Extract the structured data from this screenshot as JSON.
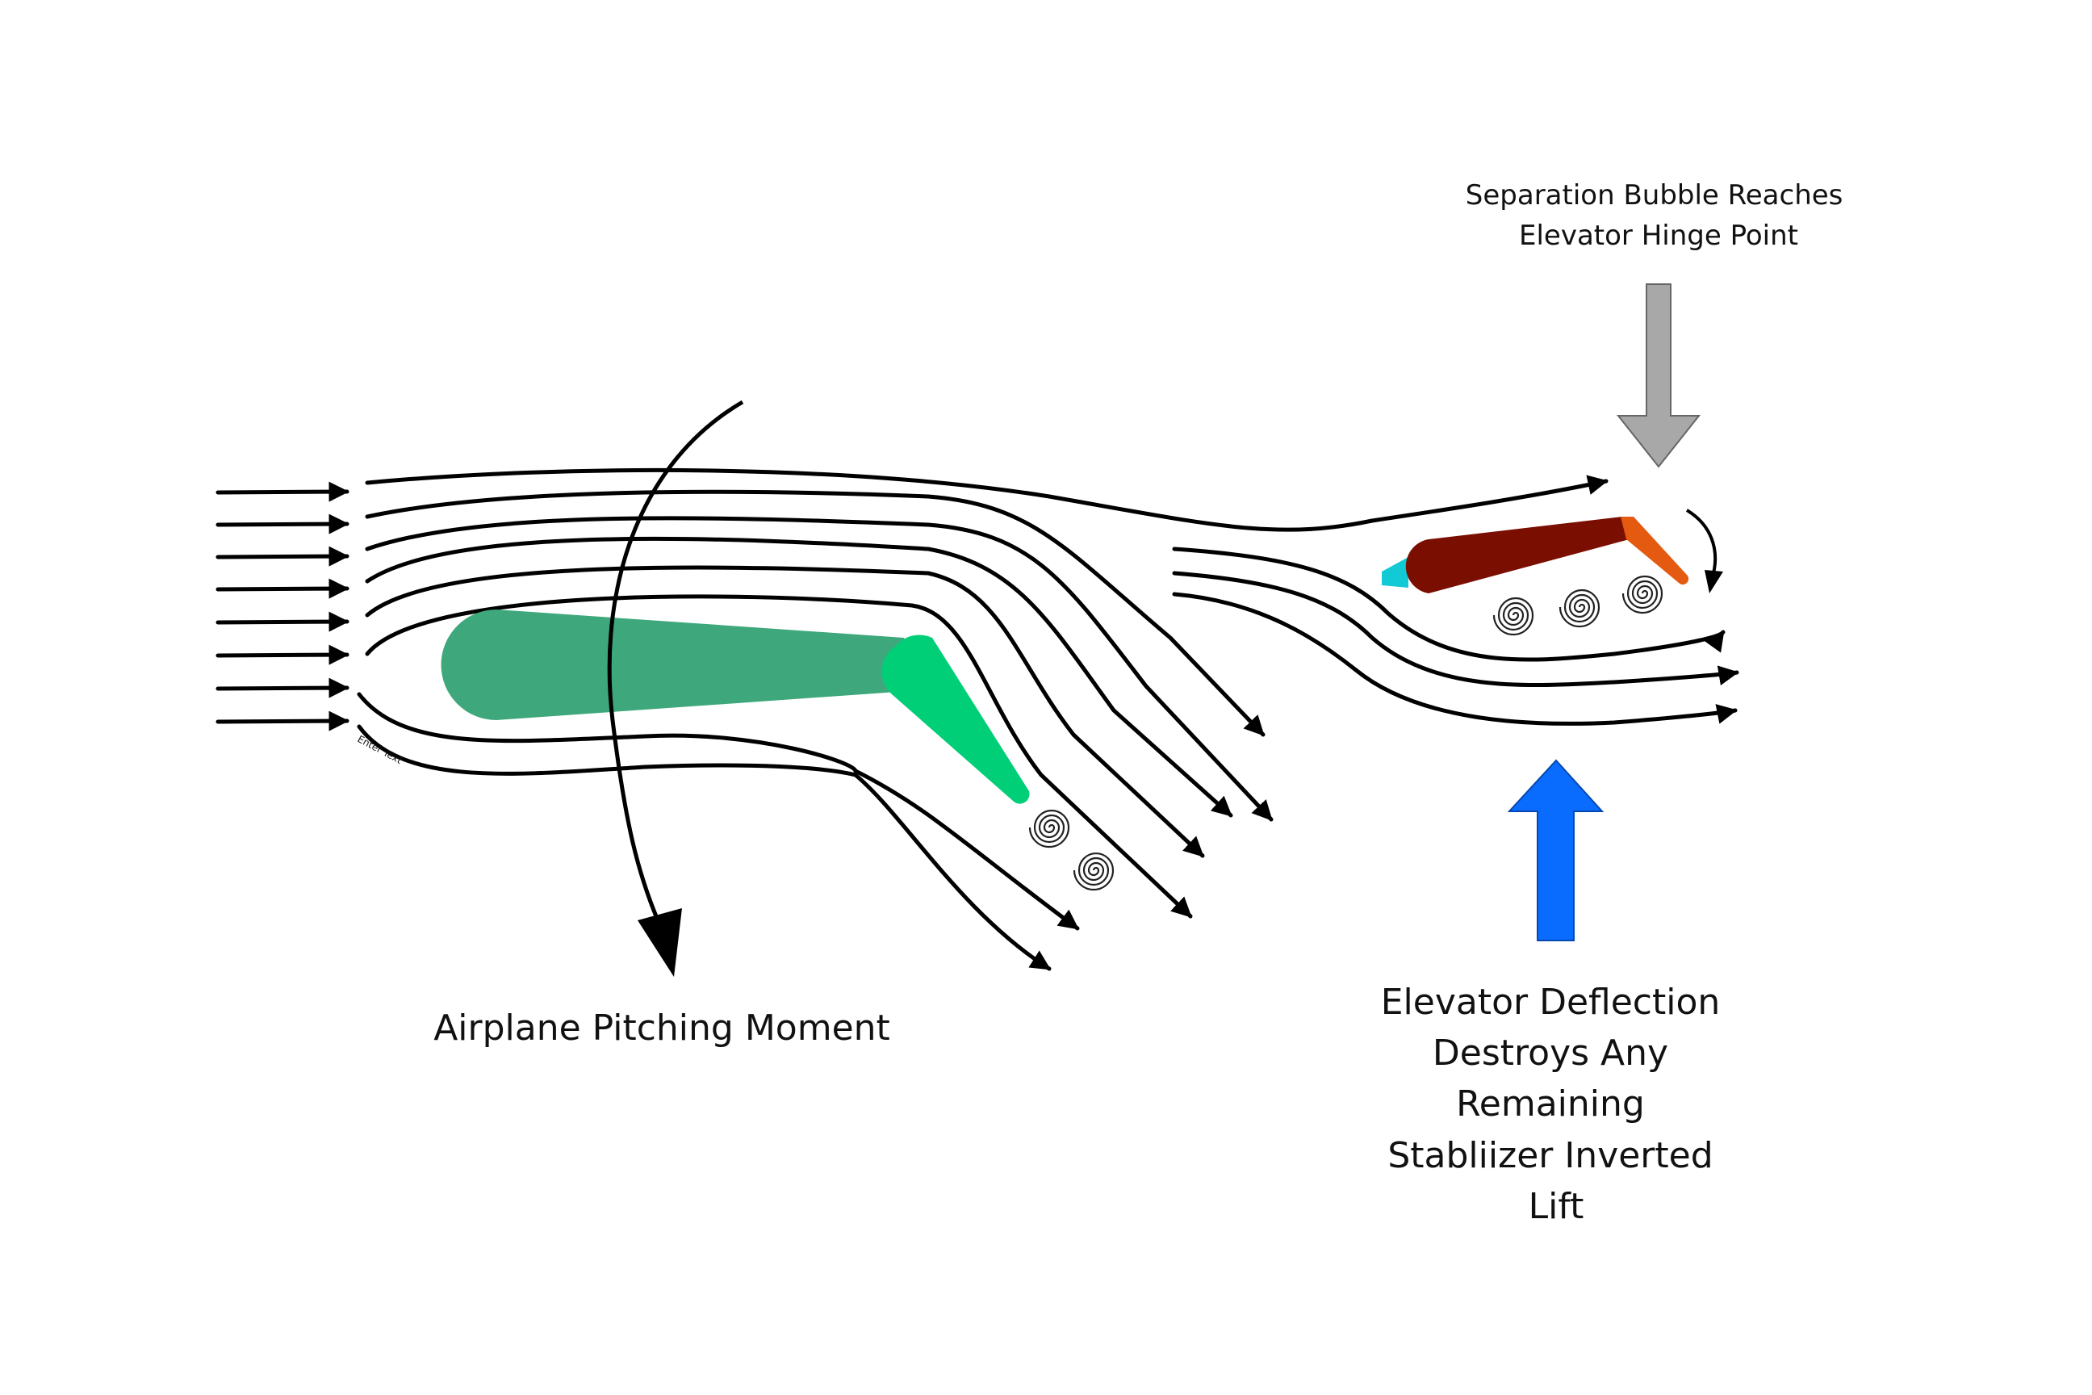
{
  "labels": {
    "separation": [
      "Separation Bubble Reaches",
      "Elevator Hinge Point"
    ],
    "pitching": "Airplane Pitching Moment",
    "deflection": [
      "Elevator Deflection",
      "Destroys Any",
      "Remaining",
      "Stabliizer Inverted",
      "Lift"
    ],
    "placeholder": "Enter Text"
  },
  "colors": {
    "main_wing": "#3ea87c",
    "main_flap": "#00cf78",
    "tail_stabilizer": "#7a0e00",
    "tail_elevator": "#e35a10",
    "tail_leading_edge": "#12c9d6",
    "lift_arrow": "#0a6cff",
    "separation_arrow": "#a8a8a8"
  }
}
